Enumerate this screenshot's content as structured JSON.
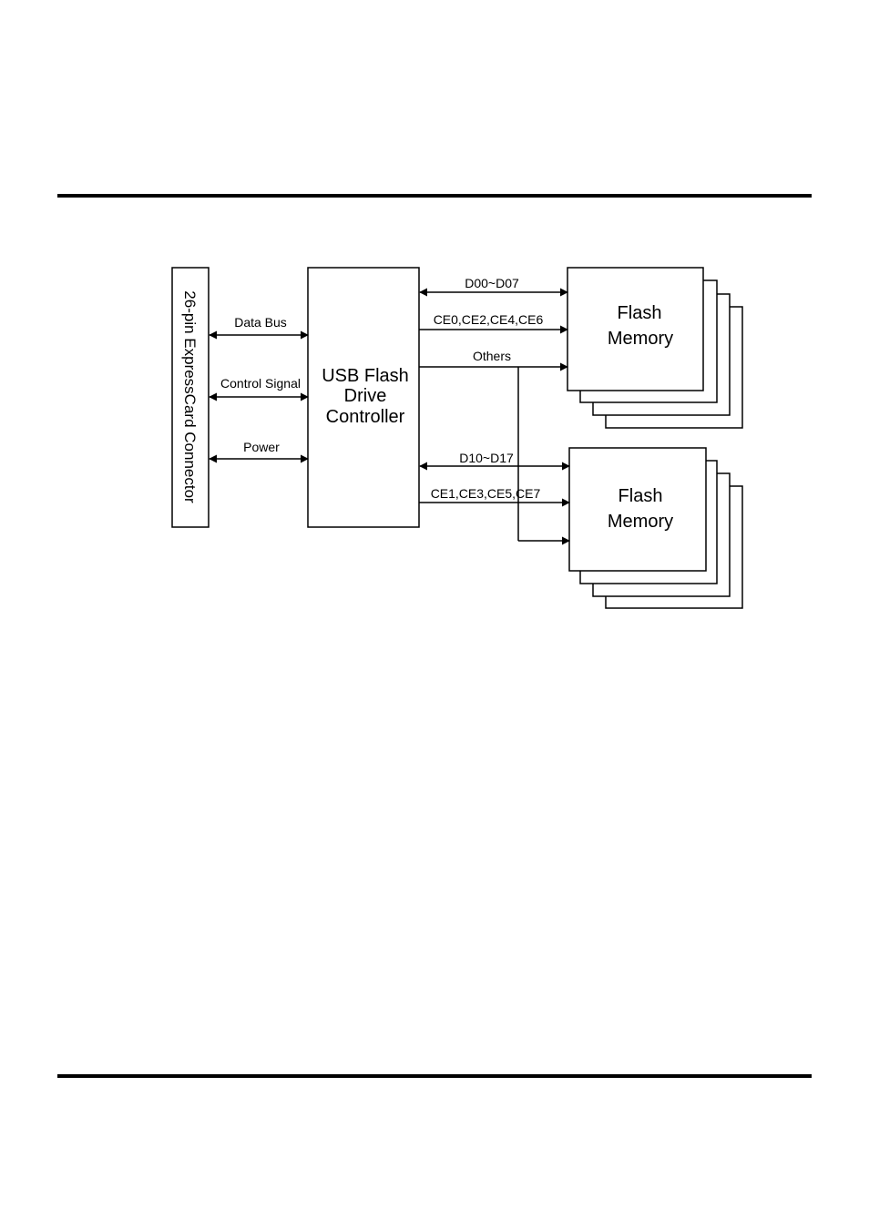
{
  "connector": {
    "label": "26-pin ExpressCard Connector"
  },
  "host_links": [
    {
      "label": "Data Bus"
    },
    {
      "label": "Control Signal"
    },
    {
      "label": "Power"
    }
  ],
  "controller": {
    "lines": [
      "USB Flash",
      "Drive",
      "Controller"
    ]
  },
  "flash_links": {
    "d0": "D00~D07",
    "ce_even": "CE0,CE2,CE4,CE6",
    "others": "Others",
    "d1": "D10~D17",
    "ce_odd": "CE1,CE3,CE5,CE7"
  },
  "flash_banks": [
    {
      "lines": [
        "Flash",
        "Memory"
      ]
    },
    {
      "lines": [
        "Flash",
        "Memory"
      ]
    }
  ]
}
